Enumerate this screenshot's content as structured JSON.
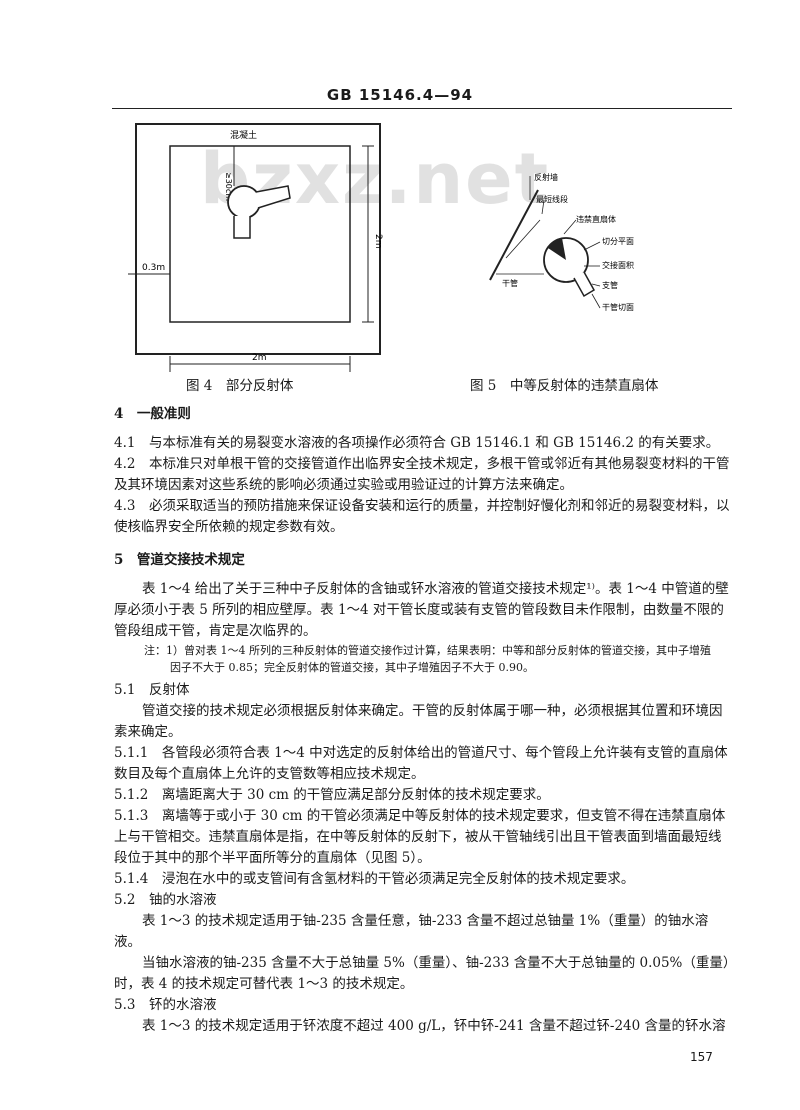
{
  "header": {
    "code": "GB 15146.4—94"
  },
  "watermark": "bzxz.net",
  "figure4": {
    "caption": "图 4　部分反射体",
    "label_concrete": "混凝土",
    "label_30cm": "≥30cm",
    "label_2m_vertical": "2m",
    "label_2m_horizontal": "2m",
    "label_03m": "0.3m"
  },
  "figure5": {
    "caption": "图 5　中等反射体的违禁直扇体",
    "labels": [
      "反射墙",
      "最短线段",
      "违禁直扇体",
      "切分平面",
      "交接面积",
      "支管",
      "干管",
      "干管切面"
    ]
  },
  "sections": [
    {
      "title": "4　一般准则"
    },
    {
      "title": "5　管道交接技术规定"
    }
  ],
  "paragraphs": {
    "p41": "4.1　与本标准有关的易裂变水溶液的各项操作必须符合 GB 15146.1 和 GB 15146.2 的有关要求。",
    "p42": "4.2　本标准只对单根干管的交接管道作出临界安全技术规定，多根干管或邻近有其他易裂变材料的干管及其环境因素对这些系统的影响必须通过实验或用验证过的计算方法来确定。",
    "p43": "4.3　必须采取适当的预防措施来保证设备安装和运行的质量，并控制好慢化剂和邻近的易裂变材料，以使核临界安全所依赖的规定参数有效。",
    "p5": "表 1～4 给出了关于三种中子反射体的含铀或钚水溶液的管道交接技术规定¹⁾。表 1～4 中管道的壁厚必须小于表 5 所列的相应壁厚。表 1～4 对干管长度或装有支管的管段数目未作限制，由数量不限的管段组成干管，肯定是次临界的。",
    "note1": "注：1）曾对表 1～4 所列的三种反射体的管道交接作过计算，结果表明：中等和部分反射体的管道交接，其中子增殖",
    "note2": "因子不大于 0.85；完全反射体的管道交接，其中子增殖因子不大于 0.90。",
    "h51": "5.1　反射体",
    "p51": "管道交接的技术规定必须根据反射体来确定。干管的反射体属于哪一种，必须根据其位置和环境因素来确定。",
    "p511": "5.1.1　各管段必须符合表 1～4 中对选定的反射体给出的管道尺寸、每个管段上允许装有支管的直扇体数目及每个直扇体上允许的支管数等相应技术规定。",
    "p512": "5.1.2　离墙距离大于 30 cm 的干管应满足部分反射体的技术规定要求。",
    "p513": "5.1.3　离墙等于或小于 30 cm 的干管必须满足中等反射体的技术规定要求，但支管不得在违禁直扇体上与干管相交。违禁直扇体是指，在中等反射体的反射下，被从干管轴线引出且干管表面到墙面最短线段位于其中的那个半平面所等分的直扇体（见图 5）。",
    "p514": "5.1.4　浸泡在水中的或支管间有含氢材料的干管必须满足完全反射体的技术规定要求。",
    "h52": "5.2　铀的水溶液",
    "p52a": "表 1～3 的技术规定适用于铀-235 含量任意，铀-233 含量不超过总铀量 1%（重量）的铀水溶液。",
    "p52b": "当铀水溶液的铀-235 含量不大于总铀量 5%（重量）、铀-233 含量不大于总铀量的 0.05%（重量）时，表 4 的技术规定可替代表 1～3 的技术规定。",
    "h53": "5.3　钚的水溶液",
    "p53": "表 1～3 的技术规定适用于钚浓度不超过 400 g/L，钚中钚-241 含量不超过钚-240 含量的钚水溶"
  },
  "page_number": "157"
}
